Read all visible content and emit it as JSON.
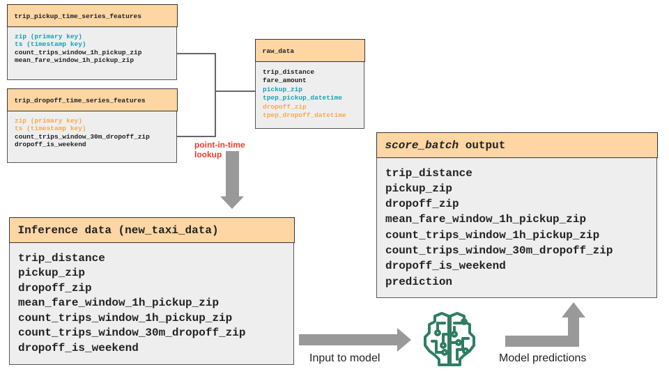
{
  "colors": {
    "header_fill": "#fdd6a3",
    "body_fill": "#eeeeee",
    "pickup_key": "#1aa0b4",
    "dropoff_key": "#f9a84c",
    "lookup_label": "#f23b2e",
    "arrow": "#999999",
    "model_icon": "#2f7d62"
  },
  "tables": {
    "pickup_features": {
      "title": "trip_pickup_time_series_features",
      "rows": [
        {
          "text": "zip (primary key)",
          "kind": "pickup"
        },
        {
          "text": "ts (timestamp key)",
          "kind": "pickup"
        },
        {
          "text": "count_trips_window_1h_pickup_zip",
          "kind": "default"
        },
        {
          "text": "mean_fare_window_1h_pickup_zip",
          "kind": "default"
        }
      ]
    },
    "dropoff_features": {
      "title": "trip_dropoff_time_series_features",
      "rows": [
        {
          "text": "zip (primary key)",
          "kind": "dropoff"
        },
        {
          "text": "ts (timestamp key)",
          "kind": "dropoff"
        },
        {
          "text": "count_trips_window_30m_dropoff_zip",
          "kind": "default"
        },
        {
          "text": "dropoff_is_weekend",
          "kind": "default"
        }
      ]
    },
    "raw_data": {
      "title": "raw_data",
      "rows": [
        {
          "text": "trip_distance",
          "kind": "default"
        },
        {
          "text": "fare_amount",
          "kind": "default"
        },
        {
          "text": "pickup_zip",
          "kind": "pickup"
        },
        {
          "text": "tpep_pickup_datetime",
          "kind": "pickup"
        },
        {
          "text": "dropoff_zip",
          "kind": "dropoff"
        },
        {
          "text": "tpep_dropoff_datetime",
          "kind": "dropoff"
        }
      ]
    },
    "inference_data": {
      "title": "Inference data (new_taxi_data)",
      "rows": [
        {
          "text": "trip_distance",
          "kind": "default"
        },
        {
          "text": "pickup_zip",
          "kind": "default"
        },
        {
          "text": "dropoff_zip",
          "kind": "default"
        },
        {
          "text": "mean_fare_window_1h_pickup_zip",
          "kind": "default"
        },
        {
          "text": "count_trips_window_1h_pickup_zip",
          "kind": "default"
        },
        {
          "text": "count_trips_window_30m_dropoff_zip",
          "kind": "default"
        },
        {
          "text": "dropoff_is_weekend",
          "kind": "default"
        }
      ]
    },
    "score_batch_output": {
      "title_italic": "score_batch",
      "title_rest": " output",
      "rows": [
        {
          "text": "trip_distance",
          "kind": "default"
        },
        {
          "text": "pickup_zip",
          "kind": "default"
        },
        {
          "text": "dropoff_zip",
          "kind": "default"
        },
        {
          "text": "mean_fare_window_1h_pickup_zip",
          "kind": "default"
        },
        {
          "text": "count_trips_window_1h_pickup_zip",
          "kind": "default"
        },
        {
          "text": "count_trips_window_30m_dropoff_zip",
          "kind": "default"
        },
        {
          "text": "dropoff_is_weekend",
          "kind": "default"
        },
        {
          "text": "prediction",
          "kind": "default"
        }
      ]
    }
  },
  "labels": {
    "lookup_line1": "point-in-time",
    "lookup_line2": "lookup",
    "input_to_model": "Input to model",
    "model_predictions": "Model predictions"
  },
  "icons": {
    "model": "brain-circuit-icon"
  }
}
